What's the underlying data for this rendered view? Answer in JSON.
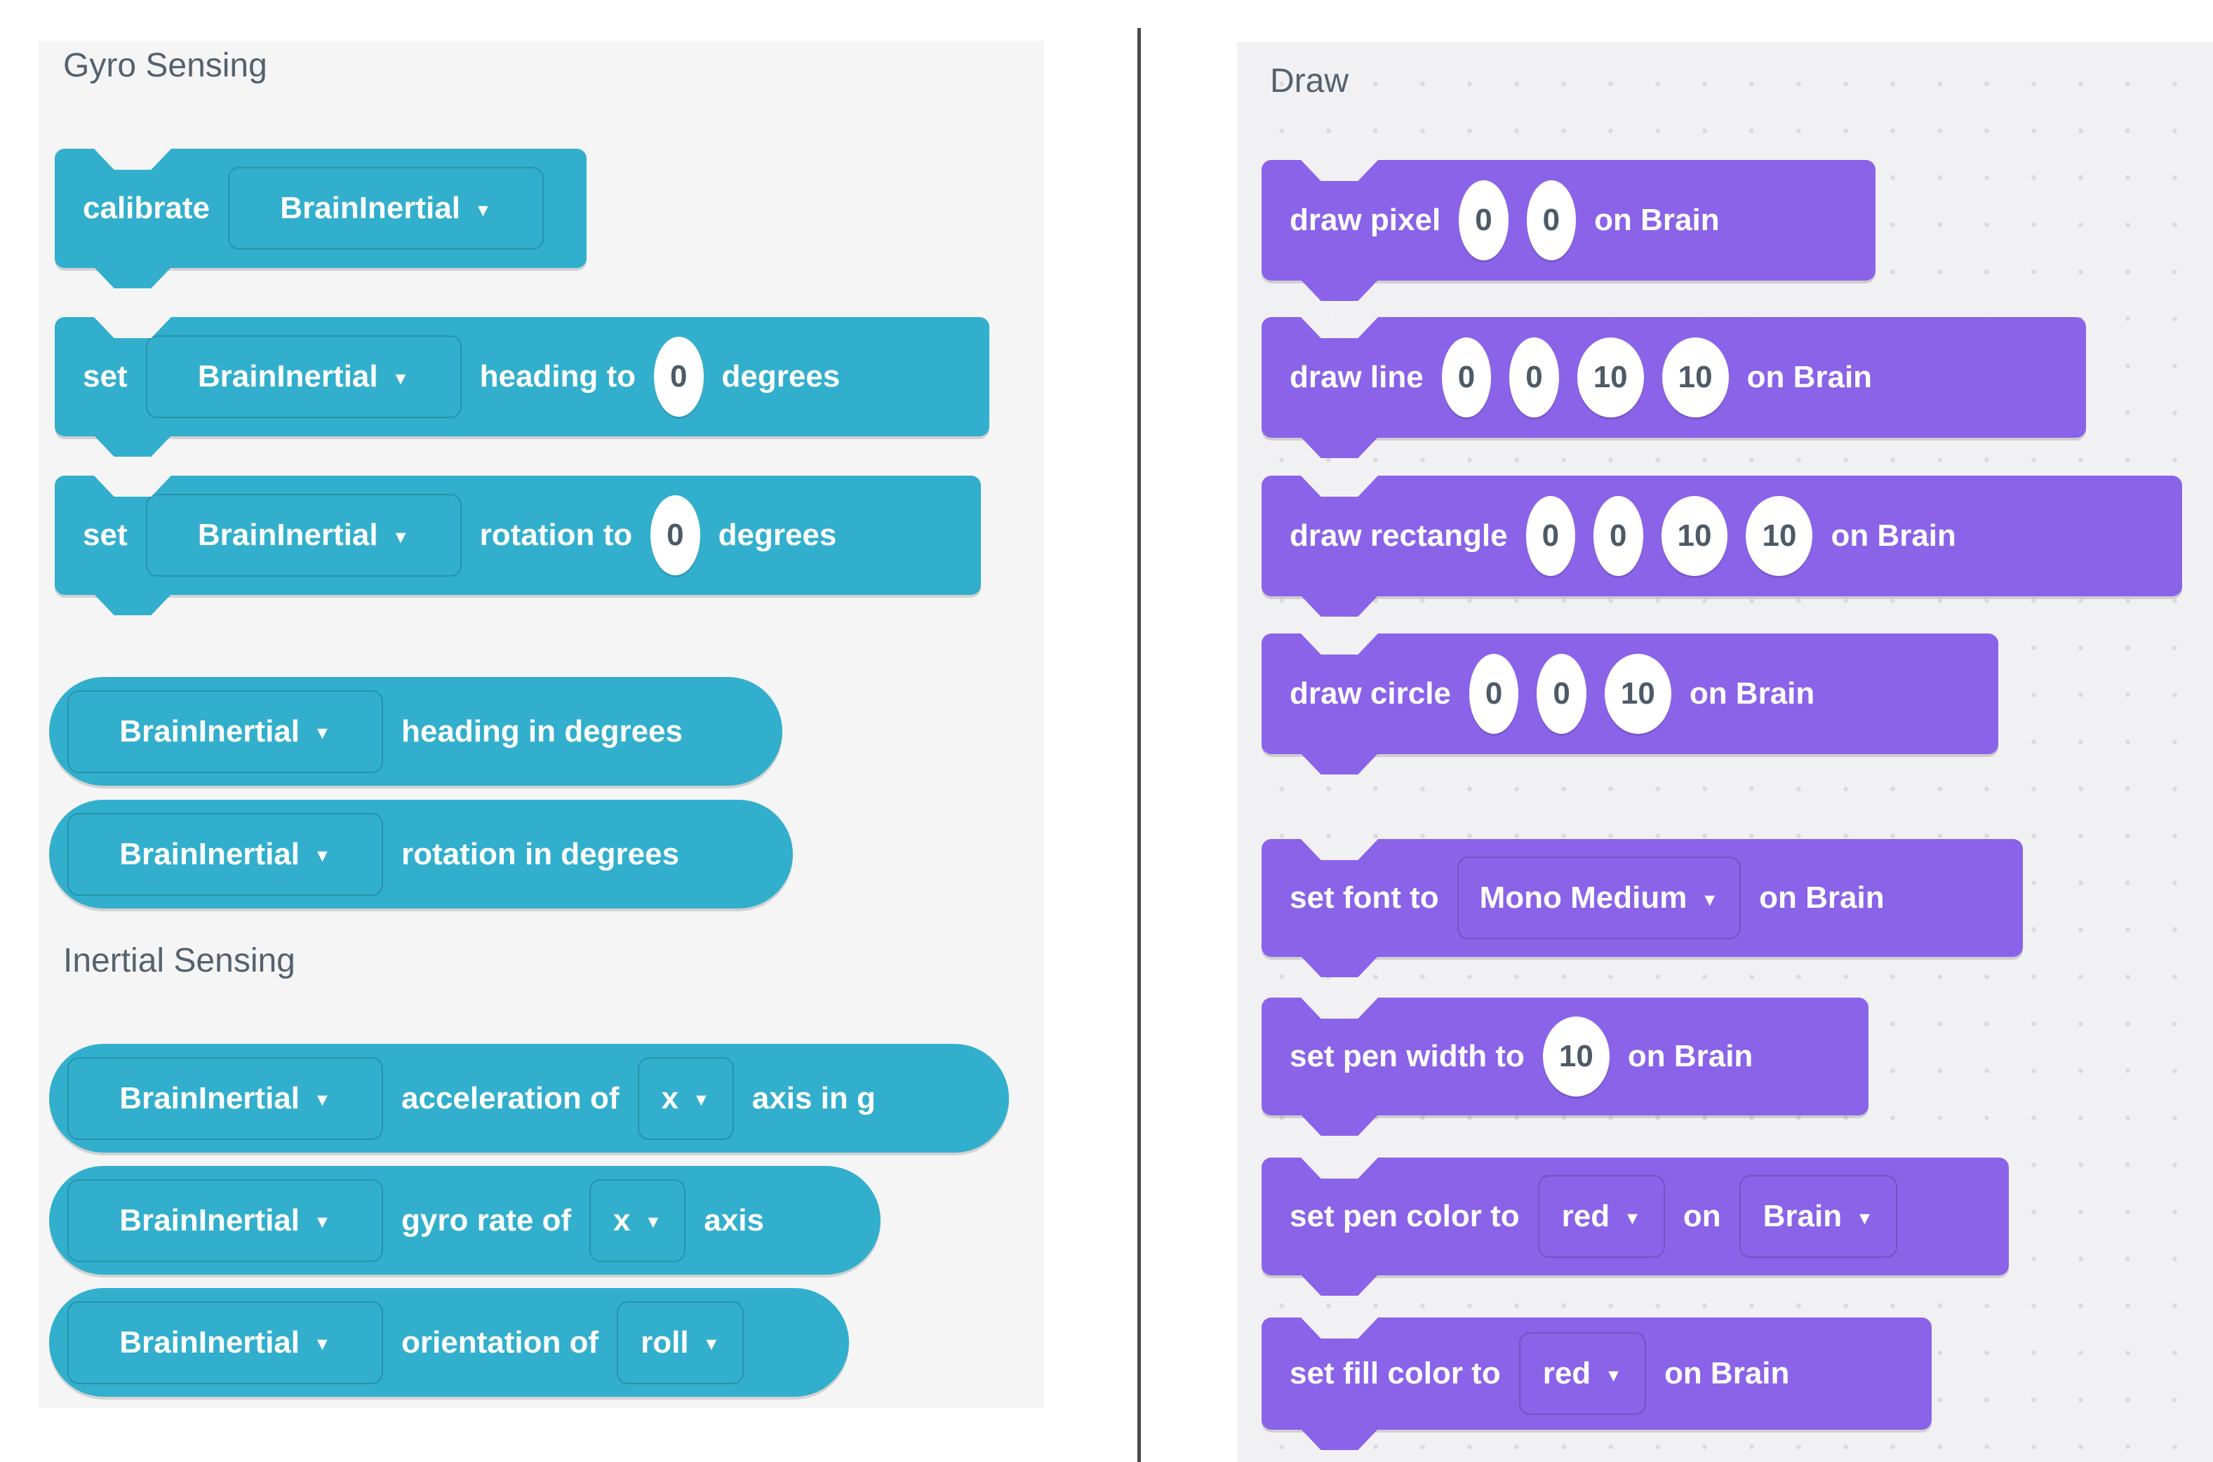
{
  "icons": {
    "dropdown_arrow": "▼"
  },
  "colors": {
    "teal": "#32AFCC",
    "purple": "#8A63E8",
    "left_bg": "#F5F5F6",
    "right_bg": "#F1F1F3",
    "dot": "#DBDBDE",
    "divider": "#4A4A4A",
    "header_text": "#55626E",
    "value_text": "#4E5A66"
  },
  "left_panel": {
    "gyro_title": "Gyro Sensing",
    "inertial_title": "Inertial Sensing",
    "calibrate": {
      "label": "calibrate",
      "device": "BrainInertial"
    },
    "set_heading": {
      "set": "set",
      "device": "BrainInertial",
      "mid": "heading to",
      "value": "0",
      "unit": "degrees"
    },
    "set_rotation": {
      "set": "set",
      "device": "BrainInertial",
      "mid": "rotation to",
      "value": "0",
      "unit": "degrees"
    },
    "heading_reporter": {
      "device": "BrainInertial",
      "label": "heading in degrees"
    },
    "rotation_reporter": {
      "device": "BrainInertial",
      "label": "rotation in degrees"
    },
    "acceleration": {
      "device": "BrainInertial",
      "label": "acceleration of",
      "axis": "x",
      "suffix": "axis in g"
    },
    "gyro_rate": {
      "device": "BrainInertial",
      "label": "gyro rate of",
      "axis": "x",
      "suffix": "axis"
    },
    "orientation": {
      "device": "BrainInertial",
      "label": "orientation of",
      "axis": "roll"
    }
  },
  "right_panel": {
    "title": "Draw",
    "draw_pixel": {
      "label": "draw pixel",
      "v1": "0",
      "v2": "0",
      "suffix": "on Brain"
    },
    "draw_line": {
      "label": "draw line",
      "v1": "0",
      "v2": "0",
      "v3": "10",
      "v4": "10",
      "suffix": "on Brain"
    },
    "draw_rectangle": {
      "label": "draw rectangle",
      "v1": "0",
      "v2": "0",
      "v3": "10",
      "v4": "10",
      "suffix": "on Brain"
    },
    "draw_circle": {
      "label": "draw circle",
      "v1": "0",
      "v2": "0",
      "v3": "10",
      "suffix": "on Brain"
    },
    "set_font": {
      "label": "set font to",
      "font": "Mono Medium",
      "suffix": "on Brain"
    },
    "set_pen_width": {
      "label": "set pen width to",
      "value": "10",
      "suffix": "on Brain"
    },
    "set_pen_color": {
      "label": "set pen color to",
      "color": "red",
      "mid": "on",
      "device": "Brain"
    },
    "set_fill_color": {
      "label": "set fill color to",
      "color": "red",
      "suffix": "on Brain"
    }
  }
}
